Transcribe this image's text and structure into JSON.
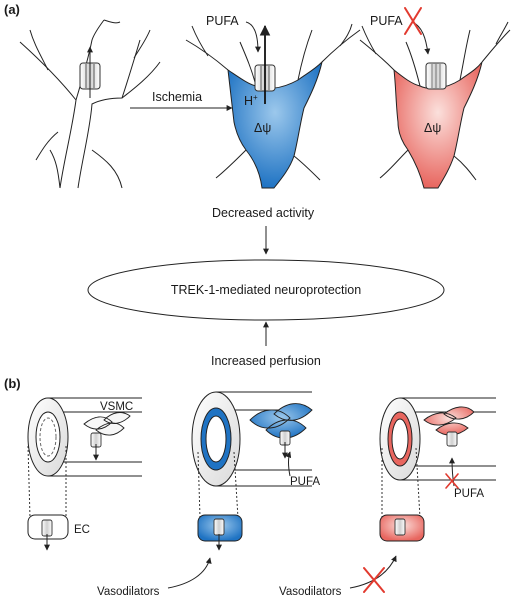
{
  "panel_a": {
    "label": "(a)",
    "pufa_label": "PUFA",
    "ischemia_label": "Ischemia",
    "proton_label": "H",
    "proton_charge": "+",
    "membrane_potential": "Δψ",
    "decreased_activity": "Decreased activity",
    "center_text": "TREK-1-mediated neuroprotection",
    "increased_perfusion": "Increased perfusion"
  },
  "panel_b": {
    "label": "(b)",
    "vsmc_label": "VSMC",
    "ec_label": "EC",
    "pufa_label": "PUFA",
    "vasodilators_label": "Vasodilators"
  },
  "colors": {
    "blue": "#1f73c3",
    "blue_light": "#9cc8ec",
    "red": "#e8665f",
    "red_light": "#f6c3bc",
    "cross": "#e23a2f"
  }
}
